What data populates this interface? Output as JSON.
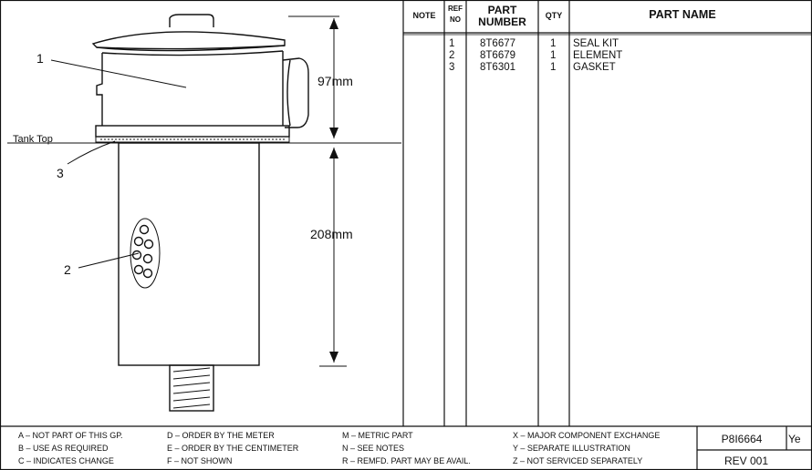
{
  "diagram": {
    "callouts": [
      "1",
      "2",
      "3"
    ],
    "tank_top_label": "Tank Top",
    "dimension_upper": "97mm",
    "dimension_lower": "208mm"
  },
  "table": {
    "headers": {
      "note": "NOTE",
      "ref_line1": "REF",
      "ref_line2": "NO",
      "part_line1": "PART",
      "part_line2": "NUMBER",
      "qty": "QTY",
      "name": "PART NAME"
    },
    "rows": [
      {
        "ref": "1",
        "part_number": "8T6677",
        "qty": "1",
        "name": "SEAL KIT"
      },
      {
        "ref": "2",
        "part_number": "8T6679",
        "qty": "1",
        "name": "ELEMENT"
      },
      {
        "ref": "3",
        "part_number": "8T6301",
        "qty": "1",
        "name": "GASKET"
      }
    ]
  },
  "legend": {
    "col1": [
      "A – NOT PART OF THIS GP.",
      "B – USE AS REQUIRED",
      "C – INDICATES CHANGE"
    ],
    "col2": [
      "D – ORDER BY THE METER",
      "E – ORDER BY THE CENTIMETER",
      "F – NOT SHOWN"
    ],
    "col3": [
      "M – METRIC PART",
      "N – SEE NOTES",
      "R – REMFD. PART MAY BE AVAIL."
    ],
    "col4": [
      "X – MAJOR COMPONENT EXCHANGE",
      "Y – SEPARATE ILLUSTRATION",
      "Z – NOT SERVICED SEPARATELY"
    ]
  },
  "title_block": {
    "illustration_number": "P8I6664",
    "y_mark": "Ye",
    "revision": "REV 001"
  }
}
